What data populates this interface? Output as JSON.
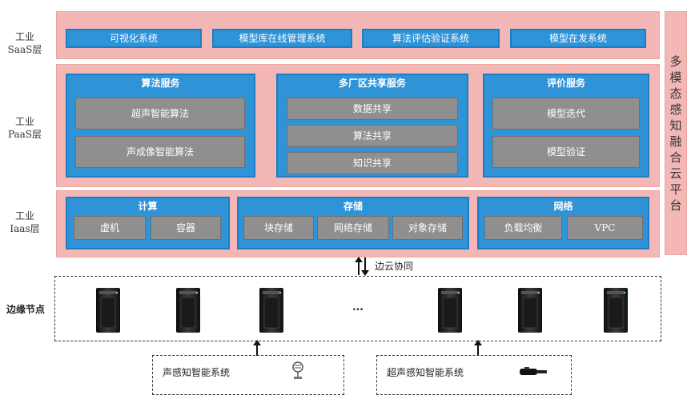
{
  "layers": {
    "saas": {
      "label_line1": "工业",
      "label_line2": "SaaS层"
    },
    "paas": {
      "label_line1": "工业",
      "label_line2": "PaaS层"
    },
    "iaas": {
      "label_line1": "工业",
      "label_line2": "Iaas层"
    }
  },
  "saas_items": [
    "可视化系统",
    "模型库在线管理系统",
    "算法评估验证系统",
    "模型在发系统"
  ],
  "paas": {
    "algorithm": {
      "title": "算法服务",
      "items": [
        "超声智能算法",
        "声成像智能算法"
      ]
    },
    "sharing": {
      "title": "多厂区共享服务",
      "items": [
        "数据共享",
        "算法共享",
        "知识共享"
      ]
    },
    "evaluation": {
      "title": "评价服务",
      "items": [
        "模型迭代",
        "模型验证"
      ]
    }
  },
  "iaas": {
    "compute": {
      "title": "计算",
      "items": [
        "虚机",
        "容器"
      ]
    },
    "storage": {
      "title": "存储",
      "items": [
        "块存储",
        "网络存储",
        "对象存储"
      ]
    },
    "network": {
      "title": "网络",
      "items": [
        "负载均衡",
        "VPC"
      ]
    }
  },
  "platform_title_chars": [
    "多",
    "模",
    "态",
    "感",
    "知",
    "融",
    "合",
    "云",
    "平",
    "台"
  ],
  "edge_cloud_label": "边云协同",
  "edge_label": "边缘节点",
  "ellipsis": "…",
  "systems": {
    "acoustic": "声感知智能系统",
    "ultrasonic": "超声感知智能系统"
  },
  "colors": {
    "pink": "#f3b8b5",
    "blue": "#2f93d8",
    "gray": "#8f8f8f"
  }
}
